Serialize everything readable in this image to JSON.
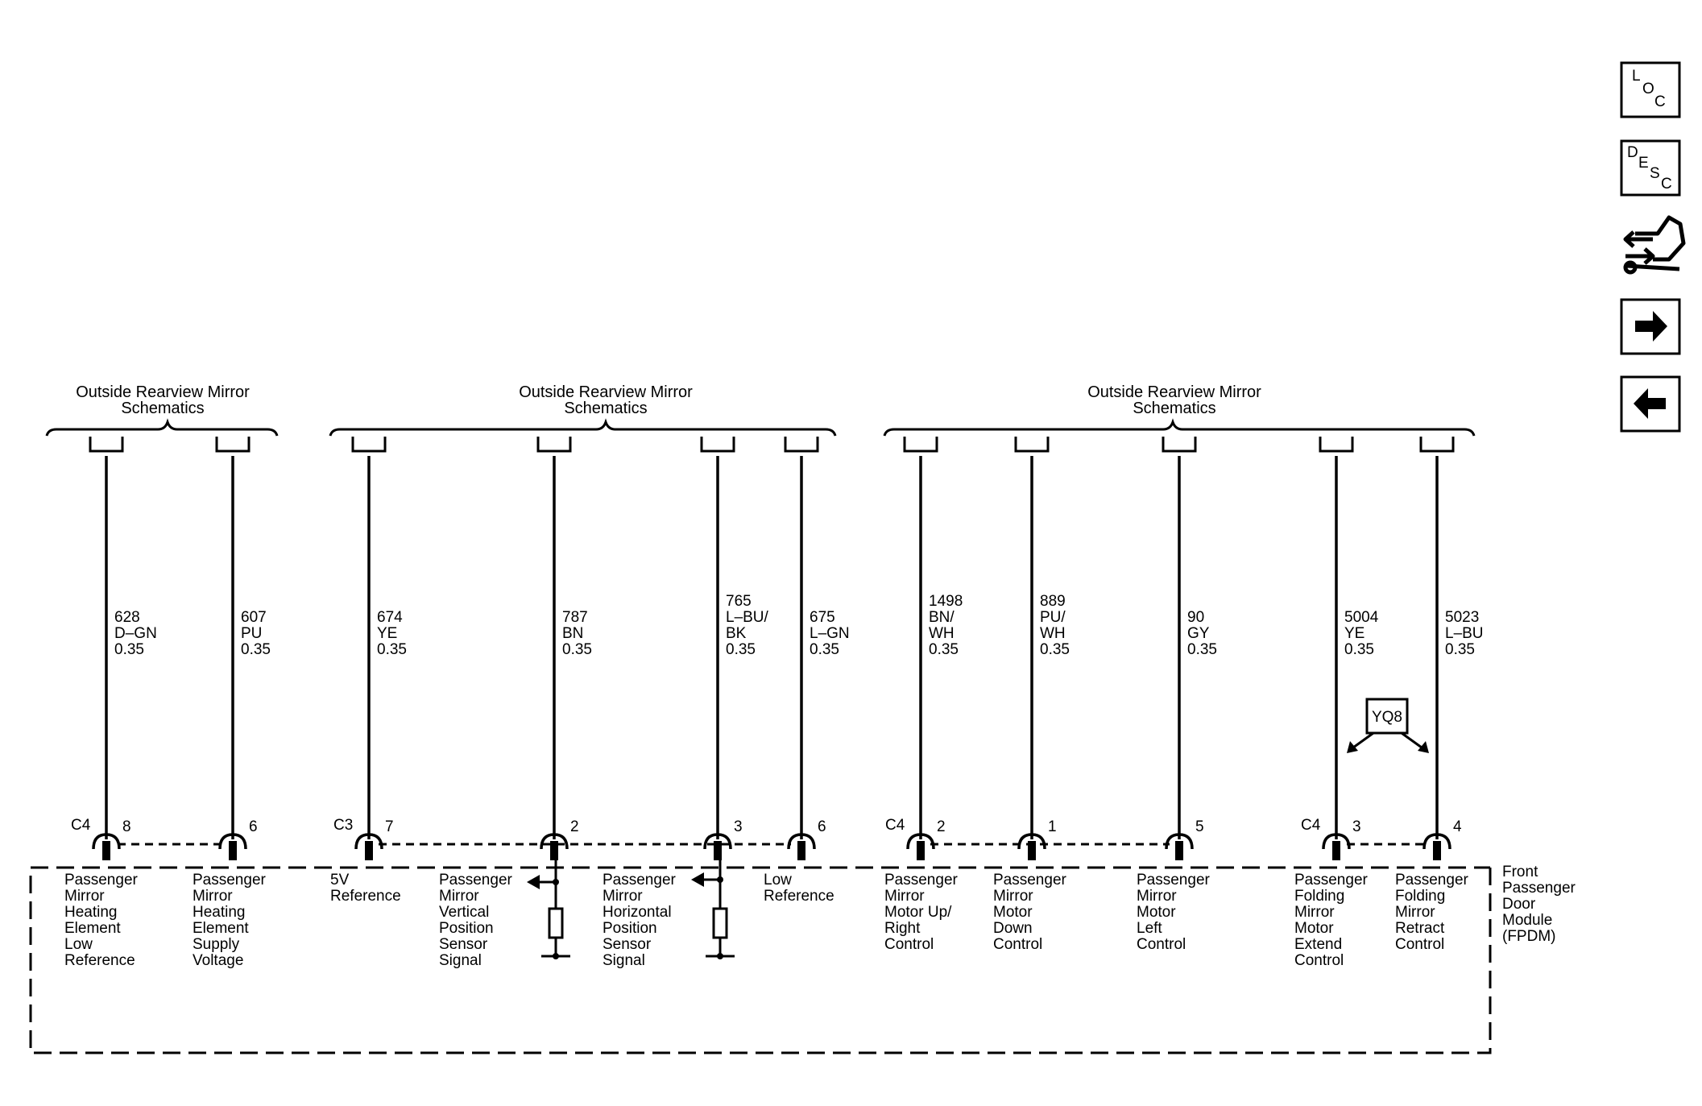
{
  "headers": [
    {
      "line1": "Outside Rearview Mirror",
      "line2": "Schematics"
    },
    {
      "line1": "Outside Rearview Mirror",
      "line2": "Schematics"
    },
    {
      "line1": "Outside Rearview Mirror",
      "line2": "Schematics"
    }
  ],
  "wires": [
    {
      "circuit": "628",
      "color": "D–GN",
      "size": "0.35",
      "connector": "C4",
      "pin": "8",
      "label": [
        "Passenger",
        "Mirror",
        "Heating",
        "Element",
        "Low",
        "Reference"
      ]
    },
    {
      "circuit": "607",
      "color": "PU",
      "size": "0.35",
      "connector": "",
      "pin": "6",
      "label": [
        "Passenger",
        "Mirror",
        "Heating",
        "Element",
        "Supply",
        "Voltage"
      ]
    },
    {
      "circuit": "674",
      "color": "YE",
      "size": "0.35",
      "connector": "C3",
      "pin": "7",
      "label": [
        "5V",
        "Reference"
      ]
    },
    {
      "circuit": "787",
      "color": "BN",
      "size": "0.35",
      "connector": "",
      "pin": "2",
      "label": [
        "Passenger",
        "Mirror",
        "Vertical",
        "Position",
        "Sensor",
        "Signal"
      ]
    },
    {
      "circuit": "765",
      "color": "L–BU/",
      "color2": "BK",
      "size": "0.35",
      "connector": "",
      "pin": "3",
      "label": [
        "Passenger",
        "Mirror",
        "Horizontal",
        "Position",
        "Sensor",
        "Signal"
      ]
    },
    {
      "circuit": "675",
      "color": "L–GN",
      "size": "0.35",
      "connector": "",
      "pin": "6",
      "label": [
        "Low",
        "Reference"
      ]
    },
    {
      "circuit": "1498",
      "color": "BN/",
      "color2": "WH",
      "size": "0.35",
      "connector": "C4",
      "pin": "2",
      "label": [
        "Passenger",
        "Mirror",
        "Motor Up/",
        "Right",
        "Control"
      ]
    },
    {
      "circuit": "889",
      "color": "PU/",
      "color2": "WH",
      "size": "0.35",
      "connector": "",
      "pin": "1",
      "label": [
        "Passenger",
        "Mirror",
        "Motor",
        "Down",
        "Control"
      ]
    },
    {
      "circuit": "90",
      "color": "GY",
      "size": "0.35",
      "connector": "",
      "pin": "5",
      "label": [
        "Passenger",
        "Mirror",
        "Motor",
        "Left",
        "Control"
      ]
    },
    {
      "circuit": "5004",
      "color": "YE",
      "size": "0.35",
      "connector": "C4",
      "pin": "3",
      "label": [
        "Passenger",
        "Folding",
        "Mirror",
        "Motor",
        "Extend",
        "Control"
      ]
    },
    {
      "circuit": "5023",
      "color": "L–BU",
      "size": "0.35",
      "connector": "",
      "pin": "4",
      "label": [
        "Passenger",
        "Folding",
        "Mirror",
        "Retract",
        "Control"
      ]
    }
  ],
  "option_code": "YQ8",
  "module": {
    "lines": [
      "Front",
      "Passenger",
      "Door",
      "Module",
      "(FPDM)"
    ]
  },
  "side_buttons": [
    {
      "name": "loc-button",
      "letters": [
        "L",
        "O",
        "C"
      ]
    },
    {
      "name": "desc-button",
      "letters": [
        "D",
        "E",
        "S",
        "C"
      ]
    },
    {
      "name": "connector-repair-button",
      "icon": "connector-wrench-icon"
    },
    {
      "name": "next-button",
      "icon": "arrow-right-icon"
    },
    {
      "name": "previous-button",
      "icon": "arrow-left-icon"
    }
  ]
}
